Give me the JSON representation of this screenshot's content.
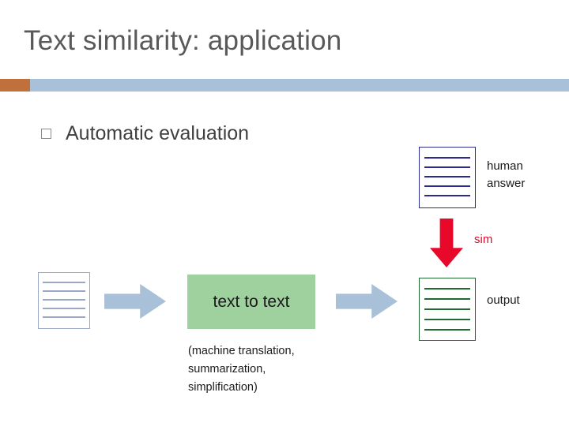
{
  "slide": {
    "title": "Text similarity: application",
    "bullet": {
      "marker": "square-bullet-icon",
      "text": "Automatic evaluation"
    },
    "colors": {
      "band": "#a8c0d8",
      "band_accent": "#c0703a",
      "title_text": "#595959",
      "process_box": "#9fd19f",
      "sim_arrow": "#e8082a",
      "flow_arrow": "#a8c0d8",
      "human_doc_border": "#2b2b8f",
      "output_doc_border": "#1f6b32",
      "input_doc_border": "#9aa7c8"
    },
    "diagram": {
      "input_doc": {
        "name": "input-document-icon",
        "lines": 5
      },
      "process_box": {
        "label": "text to text",
        "caption": "(machine translation, summarization, simplification)"
      },
      "human_doc": {
        "name": "human-answer-document-icon",
        "lines": 5,
        "label": "human answer"
      },
      "output_doc": {
        "name": "output-document-icon",
        "lines": 5,
        "label": "output"
      },
      "similarity_arrow": {
        "label": "sim",
        "direction": "down"
      },
      "arrow_1": "input-to-process-arrow",
      "arrow_2": "process-to-output-arrow"
    }
  }
}
